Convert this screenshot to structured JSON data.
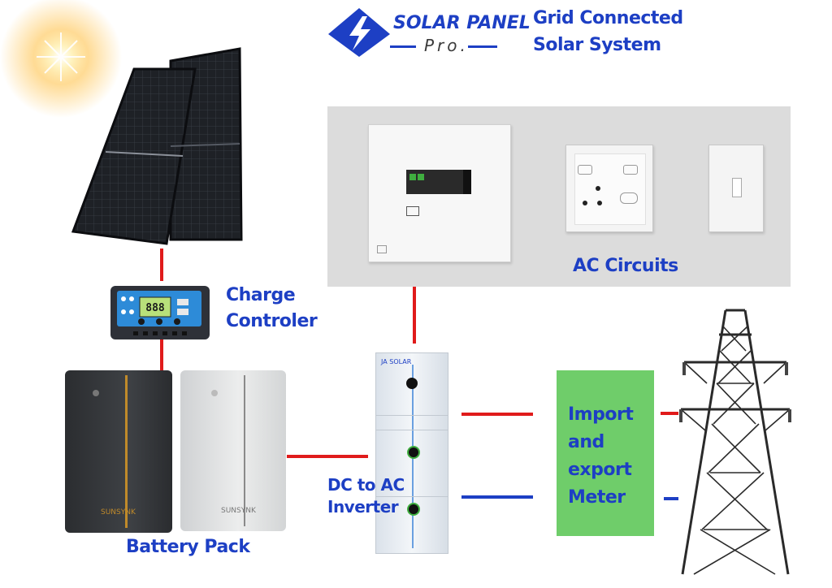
{
  "logo": {
    "brand_line1": "SOLAR PANEL",
    "brand_line2": "Pro."
  },
  "title": {
    "line1": "Grid Connected",
    "line2": "Solar System"
  },
  "labels": {
    "ac_circuits": "AC Circuits",
    "charge_controller_line1": "Charge",
    "charge_controller_line2": "Controler",
    "battery_pack": "Battery Pack",
    "inverter_line1": "DC to AC",
    "inverter_line2": "Inverter",
    "meter_lines": [
      "Import",
      "and",
      "export",
      "Meter"
    ]
  },
  "devices": {
    "controller_display": "888",
    "battery_brand": "SUNSYNK",
    "inverter_brand": "JA SOLAR"
  },
  "colors": {
    "label_blue": "#1d3fc4",
    "wire_red": "#e01b1b",
    "wire_blue": "#1d3fc4",
    "meter_green": "#6fcd6a",
    "panel_gray": "#dcdcdc"
  }
}
